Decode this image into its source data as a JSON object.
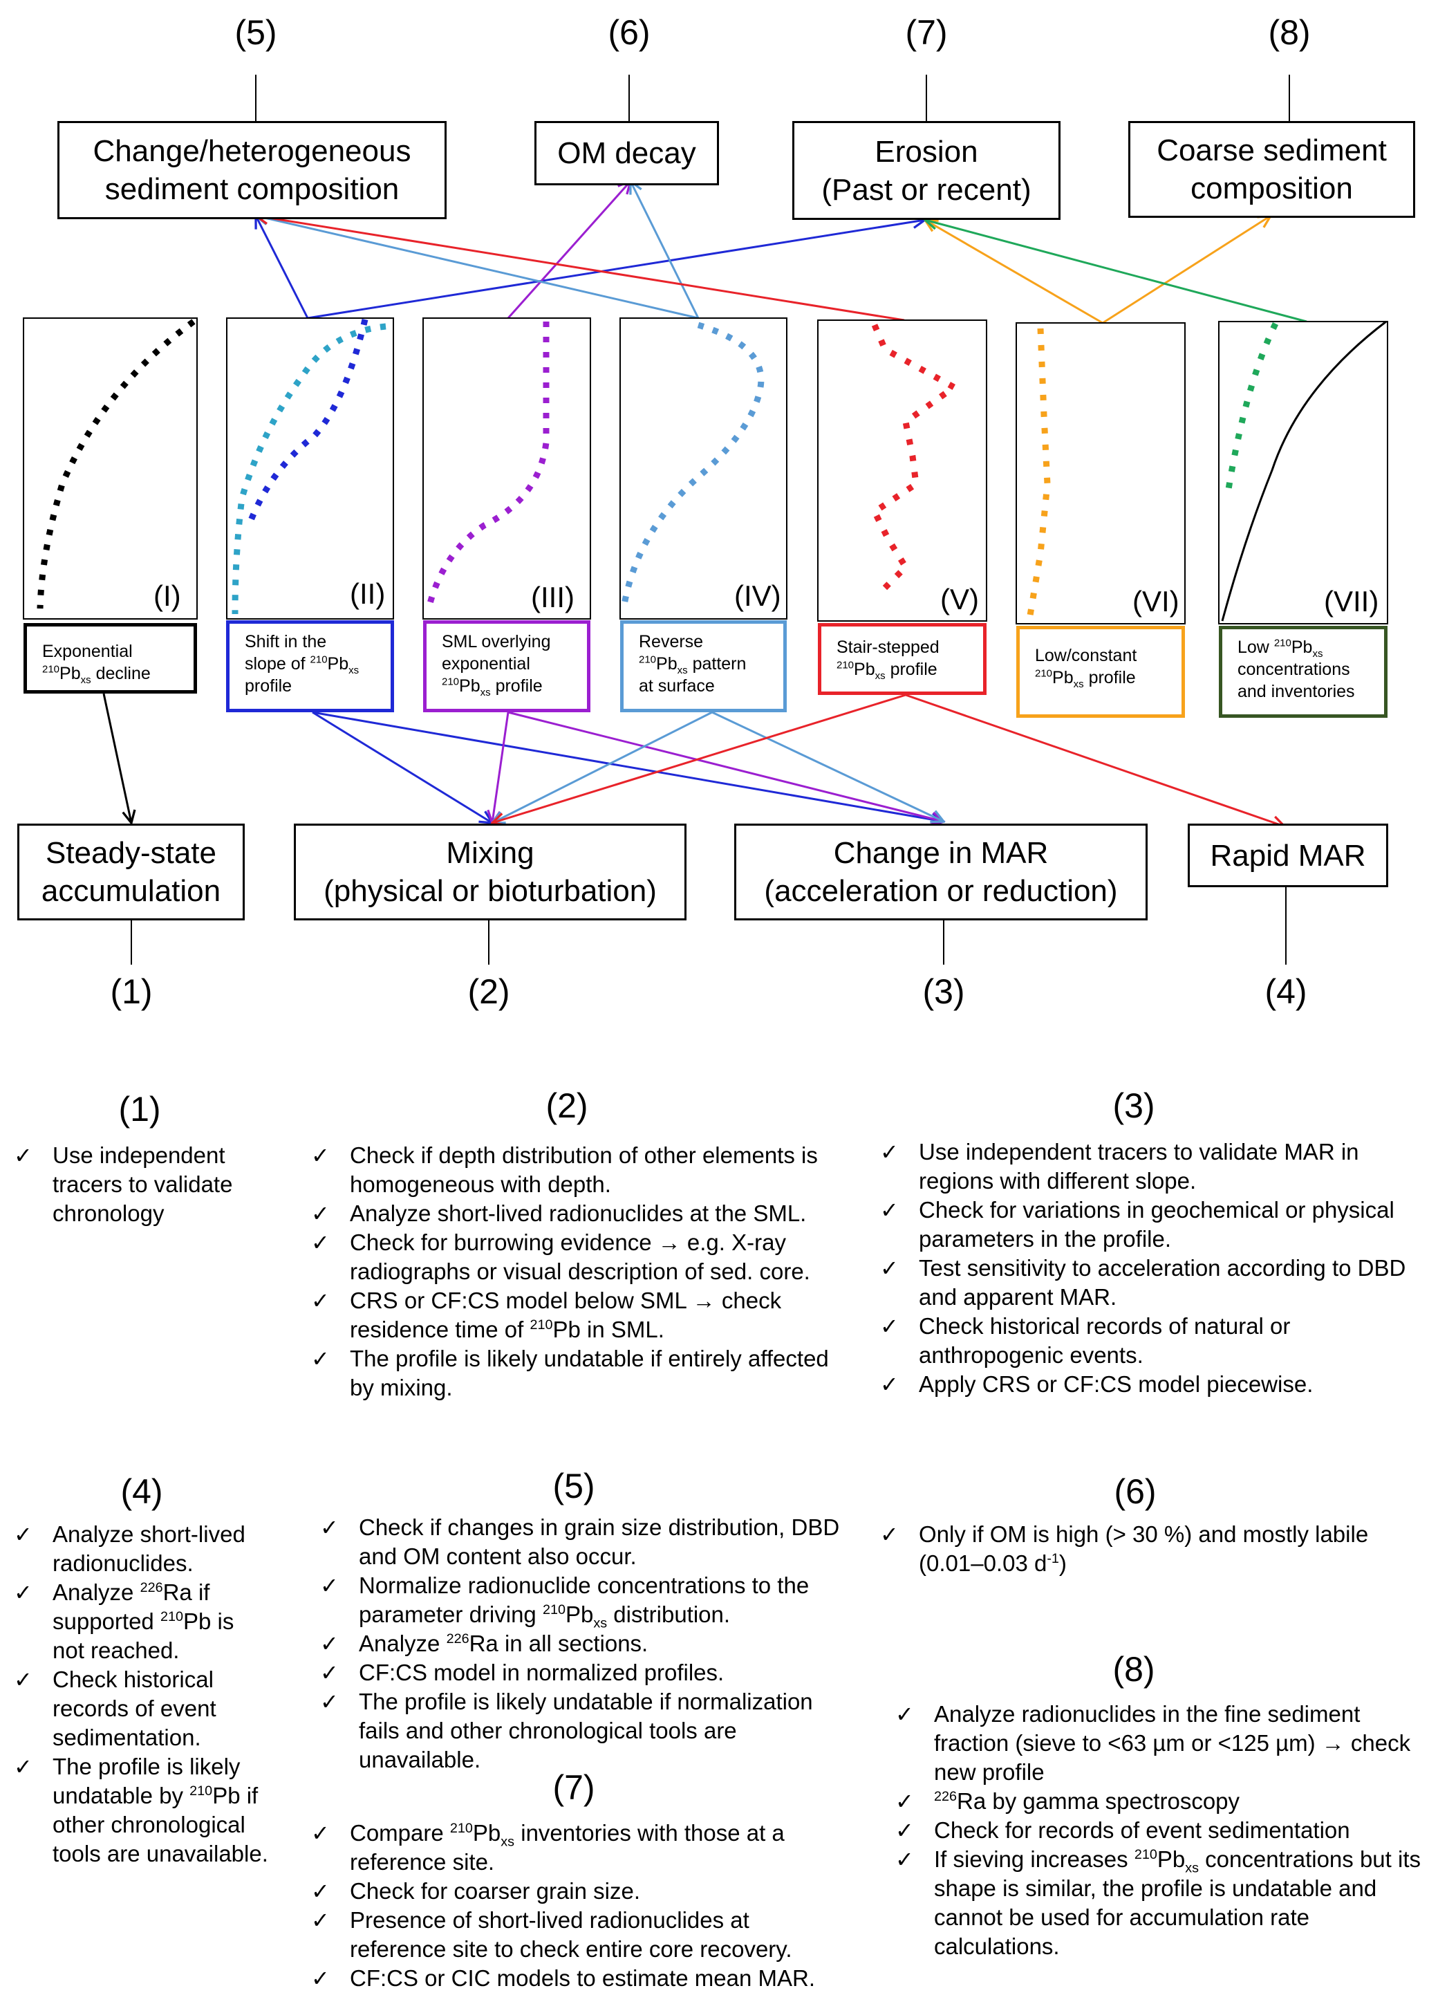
{
  "top_numbers": [
    "(5)",
    "(6)",
    "(7)",
    "(8)"
  ],
  "causes": {
    "c5": "Change/heterogeneous\nsediment composition",
    "c6": "OM decay",
    "c7": "Erosion\n(Past or recent)",
    "c8": "Coarse sediment\ncomposition"
  },
  "profiles": [
    {
      "roman": "(I)",
      "label_html": "Exponential<br><sup>210</sup>Pb<sub>xs</sub> decline",
      "color": "#000000"
    },
    {
      "roman": "(II)",
      "label_html": "Shift in the<br>slope of <sup>210</sup>Pb<sub>xs</sub><br>profile",
      "color": "#1f29d6"
    },
    {
      "roman": "(III)",
      "label_html": "SML overlying<br>exponential<br><sup>210</sup>Pb<sub>xs</sub> profile",
      "color": "#9b1fd0"
    },
    {
      "roman": "(IV)",
      "label_html": "Reverse<br><sup>210</sup>Pb<sub>xs</sub> pattern<br>at surface",
      "color": "#5a9bd5"
    },
    {
      "roman": "(V)",
      "label_html": "Stair-stepped<br><sup>210</sup>Pb<sub>xs</sub> profile",
      "color": "#e8232a"
    },
    {
      "roman": "(VI)",
      "label_html": "Low/constant<br><sup>210</sup>Pb<sub>xs</sub> profile",
      "color": "#f7a21b"
    },
    {
      "roman": "(VII)",
      "label_html": "Low <sup>210</sup>Pb<sub>xs</sub><br>concentrations<br>and inventories",
      "color": "#375623"
    }
  ],
  "processes": {
    "p1": "Steady-state\naccumulation",
    "p2": "Mixing\n(physical or bioturbation)",
    "p3": "Change in MAR\n(acceleration or reduction)",
    "p4": "Rapid MAR"
  },
  "bottom_numbers": [
    "(1)",
    "(2)",
    "(3)",
    "(4)"
  ],
  "colors": {
    "black": "#000000",
    "blue": "#1f29d6",
    "cyan": "#2ea3c7",
    "purple": "#9b1fd0",
    "lightblue": "#5a9bd5",
    "red": "#e8232a",
    "orange": "#f7a21b",
    "green": "#1fa85a",
    "darkgreen": "#375623"
  },
  "recommendations": [
    {
      "heading": "(1)",
      "items_html": [
        "Use independent tracers to validate chronology"
      ]
    },
    {
      "heading": "(2)",
      "items_html": [
        "Check if depth distribution of other elements is homogeneous with depth.",
        "Analyze short-lived radionuclides at the SML.",
        "Check for burrowing evidence → e.g. X-ray radiographs or visual description of sed. core.",
        "CRS or CF:CS model below SML → check residence time of <sup>210</sup>Pb in SML.",
        "The profile is likely undatable if entirely affected by mixing."
      ]
    },
    {
      "heading": "(3)",
      "items_html": [
        "Use independent tracers to validate MAR in regions with different slope.",
        "Check for variations in geochemical or physical parameters in the profile.",
        "Test sensitivity to acceleration according to DBD and apparent MAR.",
        "Check historical records of natural or anthropogenic events.",
        "Apply CRS or CF:CS model piecewise."
      ]
    },
    {
      "heading": "(4)",
      "items_html": [
        "Analyze short-lived radionuclides.",
        "Analyze <sup>226</sup>Ra if supported <sup>210</sup>Pb is not reached.",
        "Check historical records of event sedimentation.",
        "The profile is likely undatable by <sup>210</sup>Pb if other chronological tools are unavailable."
      ]
    },
    {
      "heading": "(5)",
      "items_html": [
        "Check if changes in grain size distribution, DBD and OM content also occur.",
        "Normalize radionuclide concentrations to the parameter driving <sup>210</sup>Pb<sub>xs</sub> distribution.",
        "Analyze <sup>226</sup>Ra in all sections.",
        "CF:CS model in normalized profiles.",
        "The profile is likely undatable if normalization fails and other chronological tools are unavailable."
      ]
    },
    {
      "heading": "(6)",
      "items_html": [
        "Only if OM is high (&gt; 30 %) and mostly labile (0.01–0.03 d<sup>-1</sup>)"
      ]
    },
    {
      "heading": "(7)",
      "items_html": [
        "Compare <sup>210</sup>Pb<sub>xs</sub> inventories with those at a reference site.",
        "Check for coarser grain size.",
        "Presence of short-lived radionuclides at reference site to check entire core recovery.",
        "CF:CS or CIC models to estimate mean MAR."
      ]
    },
    {
      "heading": "(8)",
      "items_html": [
        "Analyze radionuclides in the fine sediment fraction (sieve to &lt;63 µm or &lt;125 µm) → check new profile",
        "<sup>226</sup>Ra by gamma spectroscopy",
        "Check for records of event sedimentation",
        "If sieving increases <sup>210</sup>Pb<sub>xs</sub> concentrations but its shape is similar, the profile is undatable and cannot be used for accumulation rate calculations."
      ]
    }
  ]
}
